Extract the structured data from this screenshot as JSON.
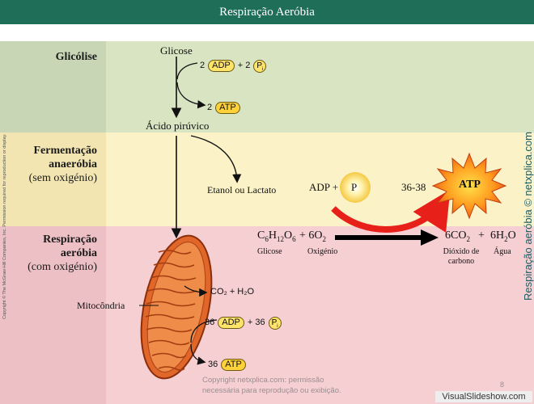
{
  "title": "Respiração Aeróbia",
  "stages": {
    "glycolysis": "Glicólise",
    "fermentation": [
      "Fermentação",
      "anaeróbia"
    ],
    "fermentation_note": "(sem oxigénio)",
    "respiration": [
      "Respiração",
      "aeróbia"
    ],
    "respiration_note": "(com oxigénio)"
  },
  "glycolysis": {
    "glucose": "Glicose",
    "in_adp_count": "2",
    "in_p_count": "+ 2",
    "out_atp_count": "2",
    "pyruvic_acid": "Ácido pirúvico"
  },
  "fermentation": {
    "product": "Etanol ou Lactato",
    "adp_label": "ADP +",
    "p_label": "P",
    "atp_count": "36-38",
    "atp_label": "ATP"
  },
  "equation": {
    "glucose_name": "Glicose",
    "oxygen_coeff": "+ 6O",
    "oxygen_sub": "2",
    "oxygen_name": "Oxigénio",
    "co2_coeff": "6CO",
    "co2_sub": "2",
    "plus": "+",
    "water_coeff": "6H",
    "water_sub": "2",
    "water_tail": "O",
    "co2_name": "Dióxido de carbono",
    "water_name": "Água"
  },
  "mitochondrion": {
    "label": "Mitocôndria",
    "co2_h2o": "CO₂ + H₂O",
    "adp_count": "36",
    "p_count": "+ 36",
    "atp_count": "36"
  },
  "molecules": {
    "adp": "ADP",
    "atp": "ATP",
    "p": "P",
    "p_sub": "i"
  },
  "footer": {
    "copyright": "Copyright netxplica.com: permissão necessária para reprodução ou exibição.",
    "page_number": "8",
    "watermark": "VisualSlideshow.com"
  },
  "side": {
    "copyright_vertical": "Copyright © The McGraw-Hill Companies, Inc. Permission required for reproduction or display.",
    "site": "Respiração aeróbia © netxplica.com"
  },
  "colors": {
    "title_bar": "#1f6f58",
    "glycolysis_band": "#d9e4c3",
    "glycolysis_label_band": "#c9d6b6",
    "fermentation_band": "#fbf3c7",
    "fermentation_label_band": "#f2e5b2",
    "respiration_band": "#f6cfd3",
    "respiration_label_band": "#ecc0c5",
    "energy_arrow": "#e8201a",
    "mitochondrion": "#e0662a"
  }
}
